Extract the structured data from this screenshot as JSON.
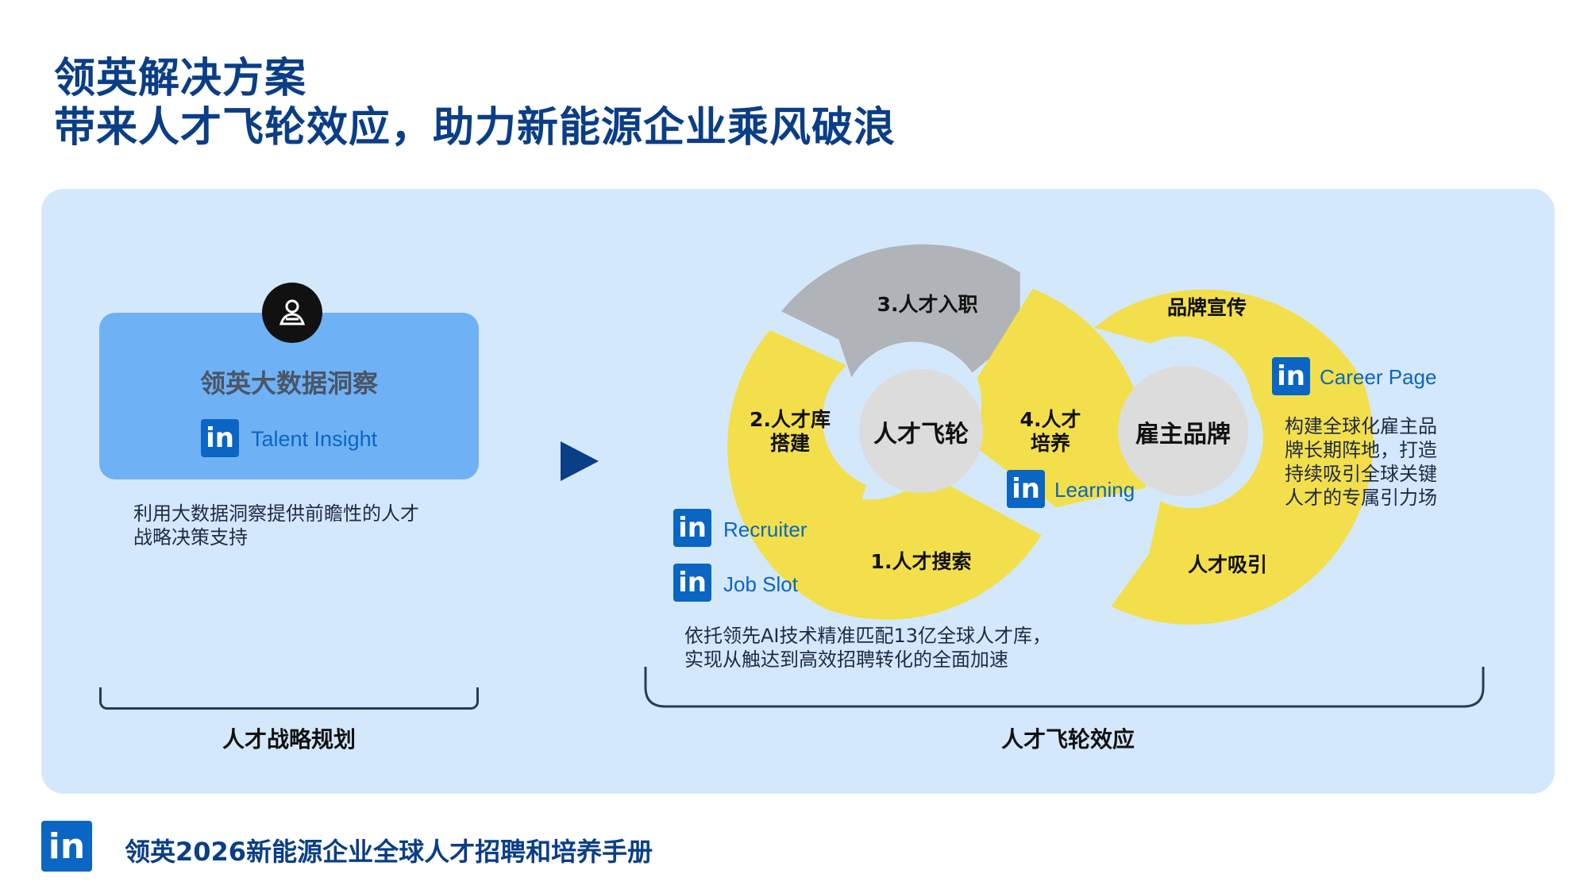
{
  "title": {
    "line1": "领英解决方案",
    "line2": "带来人才飞轮效应，助力新能源企业乘风破浪"
  },
  "left": {
    "card_title": "领英大数据洞察",
    "product": "Talent Insight",
    "description_line1": "利用大数据洞察提供前瞻性的人才",
    "description_line2": "战略决策支持",
    "bracket_label": "人才战略规划"
  },
  "flywheel": {
    "center_left": "人才飞轮",
    "center_right": "雇主品牌",
    "seg1": "1.人才搜索",
    "seg2_line1": "2.人才库",
    "seg2_line2": "搭建",
    "seg3": "3.人才入职",
    "seg4_line1": "4.人才",
    "seg4_line2": "培养",
    "seg_brand": "品牌宣传",
    "seg_attract": "人才吸引",
    "products": {
      "recruiter": "Recruiter",
      "job_slot": "Job Slot",
      "learning": "Learning",
      "career_page": "Career Page",
      "badge": "in"
    },
    "brand_desc_lines": [
      "构建全球化雇主品",
      "牌长期阵地，打造",
      "持续吸引全球关键",
      "人才的专属引力场"
    ],
    "bottom_desc_line1": "依托领先AI技术精准匹配13亿全球人才库，",
    "bottom_desc_line2": "实现从触达到高效招聘转化的全面加速",
    "bracket_label": "人才飞轮效应"
  },
  "footer": {
    "logo": "in",
    "text": "领英2026新能源企业全球人才招聘和培养手册"
  },
  "colors": {
    "title_blue": "#0a3e86",
    "panel_bg": "#d4e8fc",
    "card_blue": "#6fb1f5",
    "yellow": "#f2df4b",
    "gray": "#b0b3b8",
    "center_gray": "#dcdcdc",
    "linkedin_blue": "#0a66c2"
  }
}
